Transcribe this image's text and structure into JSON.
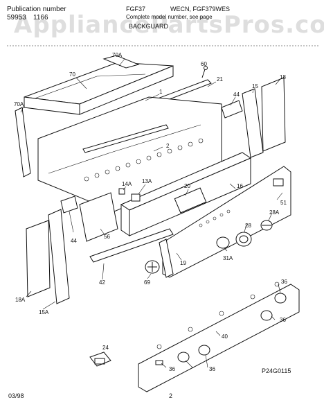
{
  "header": {
    "publication_label": "Publication number",
    "publication_number": "59953",
    "publication_suffix": "1166",
    "models": "FGF37",
    "models_mid": "WECN, FGF379WES",
    "models_note": "Complete model number, see page",
    "section": "BACKGUARD"
  },
  "watermark": "AppliancePartsPros.com",
  "callouts": [
    "70A",
    "60",
    "70",
    "21",
    "18",
    "1",
    "44",
    "15",
    "70A",
    "2",
    "14A",
    "13A",
    "20",
    "16",
    "51",
    "44",
    "56",
    "28",
    "28A",
    "31A",
    "69",
    "19",
    "42",
    "18A",
    "15A",
    "36",
    "36",
    "40",
    "24",
    "36",
    "36"
  ],
  "footer": {
    "date": "03/98",
    "page": "2",
    "drawing_code": "P24G0115"
  }
}
